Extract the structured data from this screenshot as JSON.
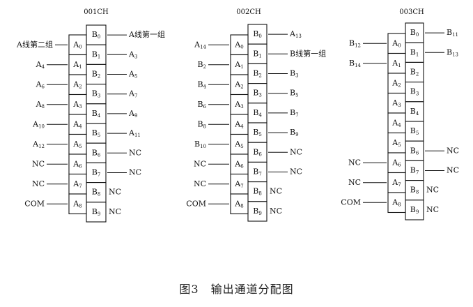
{
  "caption": "图3　输出通道分配图",
  "channels": [
    {
      "title": "001CH",
      "a_cells": [
        {
          "base": "A",
          "sub": "0"
        },
        {
          "base": "A",
          "sub": "1"
        },
        {
          "base": "A",
          "sub": "2"
        },
        {
          "base": "A",
          "sub": "3"
        },
        {
          "base": "A",
          "sub": "4"
        },
        {
          "base": "A",
          "sub": "5"
        },
        {
          "base": "A",
          "sub": "6"
        },
        {
          "base": "A",
          "sub": "7"
        },
        {
          "base": "A",
          "sub": "8"
        }
      ],
      "b_cells": [
        {
          "base": "B",
          "sub": "0"
        },
        {
          "base": "B",
          "sub": "1"
        },
        {
          "base": "B",
          "sub": "2"
        },
        {
          "base": "B",
          "sub": "3"
        },
        {
          "base": "B",
          "sub": "4"
        },
        {
          "base": "B",
          "sub": "5"
        },
        {
          "base": "B",
          "sub": "6"
        },
        {
          "base": "B",
          "sub": "7"
        },
        {
          "base": "B",
          "sub": "8"
        },
        {
          "base": "B",
          "sub": "9"
        }
      ],
      "left_labels": [
        {
          "base": "A线第二组",
          "sub": ""
        },
        {
          "base": "A",
          "sub": "4"
        },
        {
          "base": "A",
          "sub": "6"
        },
        {
          "base": "A",
          "sub": "8"
        },
        {
          "base": "A",
          "sub": "10"
        },
        {
          "base": "A",
          "sub": "12"
        },
        {
          "base": "NC",
          "sub": ""
        },
        {
          "base": "NC",
          "sub": ""
        },
        {
          "base": "COM",
          "sub": ""
        }
      ],
      "right_labels": [
        {
          "base": "A线第一组",
          "sub": ""
        },
        {
          "base": "A",
          "sub": "3"
        },
        {
          "base": "A",
          "sub": "5"
        },
        {
          "base": "A",
          "sub": "7"
        },
        {
          "base": "A",
          "sub": "9"
        },
        {
          "base": "A",
          "sub": "11"
        },
        {
          "base": "NC",
          "sub": ""
        },
        {
          "base": "NC",
          "sub": ""
        },
        {
          "base": "NC",
          "sub": ""
        },
        {
          "base": "NC",
          "sub": ""
        }
      ],
      "right_lead": [
        true,
        true,
        true,
        true,
        true,
        true,
        true,
        true,
        false,
        false
      ]
    },
    {
      "title": "002CH",
      "a_cells": [
        {
          "base": "A",
          "sub": "0"
        },
        {
          "base": "A",
          "sub": "1"
        },
        {
          "base": "A",
          "sub": "2"
        },
        {
          "base": "A",
          "sub": "3"
        },
        {
          "base": "A",
          "sub": "4"
        },
        {
          "base": "A",
          "sub": "5"
        },
        {
          "base": "A",
          "sub": "6"
        },
        {
          "base": "A",
          "sub": "7"
        },
        {
          "base": "A",
          "sub": "8"
        }
      ],
      "b_cells": [
        {
          "base": "B",
          "sub": "0"
        },
        {
          "base": "B",
          "sub": "1"
        },
        {
          "base": "B",
          "sub": "2"
        },
        {
          "base": "B",
          "sub": "3"
        },
        {
          "base": "B",
          "sub": "4"
        },
        {
          "base": "B",
          "sub": "5"
        },
        {
          "base": "B",
          "sub": "6"
        },
        {
          "base": "B",
          "sub": "7"
        },
        {
          "base": "B",
          "sub": "8"
        },
        {
          "base": "B",
          "sub": "9"
        }
      ],
      "left_labels": [
        {
          "base": "A",
          "sub": "14"
        },
        {
          "base": "B",
          "sub": "2"
        },
        {
          "base": "B",
          "sub": "4"
        },
        {
          "base": "B",
          "sub": "6"
        },
        {
          "base": "B",
          "sub": "8"
        },
        {
          "base": "B",
          "sub": "10"
        },
        {
          "base": "NC",
          "sub": ""
        },
        {
          "base": "NC",
          "sub": ""
        },
        {
          "base": "COM",
          "sub": ""
        }
      ],
      "right_labels": [
        {
          "base": "A",
          "sub": "13"
        },
        {
          "base": "B线第一组",
          "sub": ""
        },
        {
          "base": "B",
          "sub": "3"
        },
        {
          "base": "B",
          "sub": "5"
        },
        {
          "base": "B",
          "sub": "7"
        },
        {
          "base": "B",
          "sub": "9"
        },
        {
          "base": "NC",
          "sub": ""
        },
        {
          "base": "NC",
          "sub": ""
        },
        {
          "base": "NC",
          "sub": ""
        },
        {
          "base": "NC",
          "sub": ""
        }
      ],
      "right_lead": [
        true,
        true,
        true,
        true,
        true,
        true,
        true,
        true,
        false,
        false
      ]
    },
    {
      "title": "003CH",
      "a_cells": [
        {
          "base": "A",
          "sub": "0"
        },
        {
          "base": "A",
          "sub": "1"
        },
        {
          "base": "A",
          "sub": "2"
        },
        {
          "base": "A",
          "sub": "3"
        },
        {
          "base": "A",
          "sub": "4"
        },
        {
          "base": "A",
          "sub": "5"
        },
        {
          "base": "A",
          "sub": "6"
        },
        {
          "base": "A",
          "sub": "7"
        },
        {
          "base": "A",
          "sub": "8"
        }
      ],
      "b_cells": [
        {
          "base": "B",
          "sub": "0"
        },
        {
          "base": "B",
          "sub": "1"
        },
        {
          "base": "B",
          "sub": "2"
        },
        {
          "base": "B",
          "sub": "3"
        },
        {
          "base": "B",
          "sub": "4"
        },
        {
          "base": "B",
          "sub": "5"
        },
        {
          "base": "B",
          "sub": "6"
        },
        {
          "base": "B",
          "sub": "7"
        },
        {
          "base": "B",
          "sub": "8"
        },
        {
          "base": "B",
          "sub": "9"
        }
      ],
      "left_labels": [
        {
          "base": "B",
          "sub": "12"
        },
        {
          "base": "B",
          "sub": "14"
        },
        {
          "base": "",
          "sub": ""
        },
        {
          "base": "",
          "sub": ""
        },
        {
          "base": "",
          "sub": ""
        },
        {
          "base": "",
          "sub": ""
        },
        {
          "base": "NC",
          "sub": ""
        },
        {
          "base": "NC",
          "sub": ""
        },
        {
          "base": "COM",
          "sub": ""
        }
      ],
      "right_labels": [
        {
          "base": "B",
          "sub": "11"
        },
        {
          "base": "B",
          "sub": "13"
        },
        {
          "base": "",
          "sub": ""
        },
        {
          "base": "",
          "sub": ""
        },
        {
          "base": "",
          "sub": ""
        },
        {
          "base": "",
          "sub": ""
        },
        {
          "base": "NC",
          "sub": ""
        },
        {
          "base": "NC",
          "sub": ""
        },
        {
          "base": "NC",
          "sub": ""
        },
        {
          "base": "NC",
          "sub": ""
        }
      ],
      "right_lead": [
        true,
        true,
        false,
        false,
        false,
        false,
        true,
        true,
        false,
        false
      ]
    }
  ]
}
